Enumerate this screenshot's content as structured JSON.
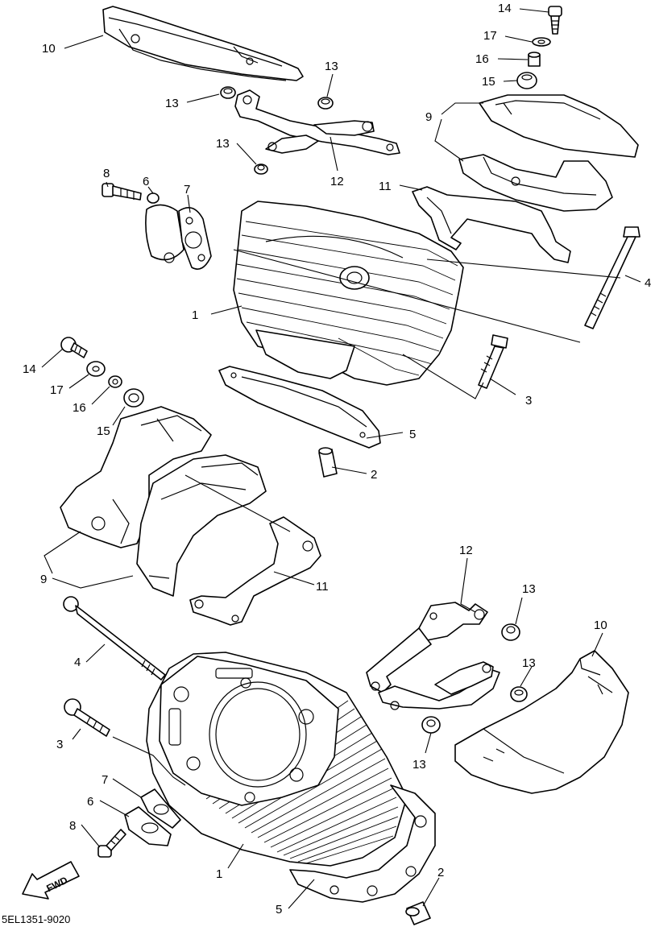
{
  "diagram": {
    "part_code": "5EL1351-9020",
    "fwd_label": "FWD",
    "callouts": {
      "c10a": "10",
      "c13a": "13",
      "c13b": "13",
      "c13c": "13",
      "c12a": "12",
      "c14a": "14",
      "c17a": "17",
      "c16a": "16",
      "c15a": "15",
      "c9a": "9",
      "c8a": "8",
      "c6a": "6",
      "c7a": "7",
      "c11a": "11",
      "c4a": "4",
      "c1a": "1",
      "c3a": "3",
      "c5a": "5",
      "c2a": "2",
      "c14b": "14",
      "c17b": "17",
      "c16b": "16",
      "c15b": "15",
      "c9b": "9",
      "c11b": "11",
      "c4b": "4",
      "c3b": "3",
      "c7b": "7",
      "c6b": "6",
      "c8b": "8",
      "c1b": "1",
      "c5b": "5",
      "c2b": "2",
      "c12b": "12",
      "c13d": "13",
      "c10b": "10",
      "c13e": "13",
      "c13f": "13"
    }
  }
}
